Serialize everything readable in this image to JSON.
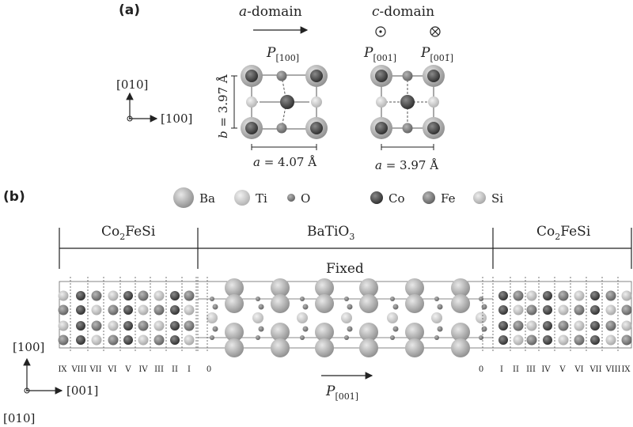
{
  "panel_a": {
    "label": "(a)",
    "axes": {
      "y": "[010]",
      "x": "[100]"
    },
    "a_domain": {
      "title_italic": "a",
      "title_rest": "-domain",
      "polarization": {
        "symbol": "P",
        "sub": "[100]"
      },
      "side_label": "b = 3.97 Å",
      "side_label_b": "b",
      "side_label_rest": " = 3.97 Å",
      "bottom_label_a": "a",
      "bottom_label_rest": " = 4.07 Å"
    },
    "c_domain": {
      "title_italic": "c",
      "title_rest": "-domain",
      "pol_up": {
        "symbol": "P",
        "sub": "[001]"
      },
      "pol_down": {
        "symbol": "P",
        "sub": "[001̄]"
      },
      "bottom_label_a": "a",
      "bottom_label_rest": " = 3.97 Å"
    }
  },
  "panel_b": {
    "label": "(b)",
    "legend": [
      {
        "name": "Ba",
        "color": "#9a9a9a"
      },
      {
        "name": "Ti",
        "color": "#c8c8c8"
      },
      {
        "name": "O",
        "color": "#7a7a7a"
      },
      {
        "name": "Co",
        "color": "#444444"
      },
      {
        "name": "Fe",
        "color": "#7f7f7f"
      },
      {
        "name": "Si",
        "color": "#bdbdbd"
      }
    ],
    "regions": {
      "left": {
        "main": "Co",
        "sub": "2",
        "rest": "FeSi"
      },
      "middle": {
        "main": "BaTiO",
        "sub": "3"
      },
      "right": {
        "main": "Co",
        "sub": "2",
        "rest": "FeSi"
      }
    },
    "fixed_label": "Fixed",
    "layers_left": [
      "IX",
      "VIII",
      "VII",
      "VI",
      "V",
      "IV",
      "III",
      "II",
      "I",
      "0"
    ],
    "layers_right": [
      "0",
      "I",
      "II",
      "III",
      "IV",
      "V",
      "VI",
      "VII",
      "VIII",
      "IX"
    ],
    "polarization": {
      "symbol": "P",
      "sub": "[001]"
    },
    "axes": {
      "up": "[100]",
      "right": "[001]",
      "out": "[010]"
    }
  }
}
